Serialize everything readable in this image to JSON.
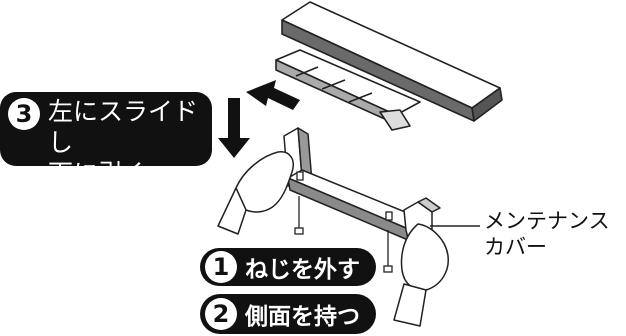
{
  "steps": [
    {
      "number": "1",
      "text": "ねじを外す"
    },
    {
      "number": "2",
      "text": "側面を持つ"
    },
    {
      "number": "3",
      "lines": [
        "左にスライドし",
        "下に引く"
      ]
    }
  ],
  "callout": {
    "lines": [
      "メンテナンス",
      "カバー"
    ]
  }
}
